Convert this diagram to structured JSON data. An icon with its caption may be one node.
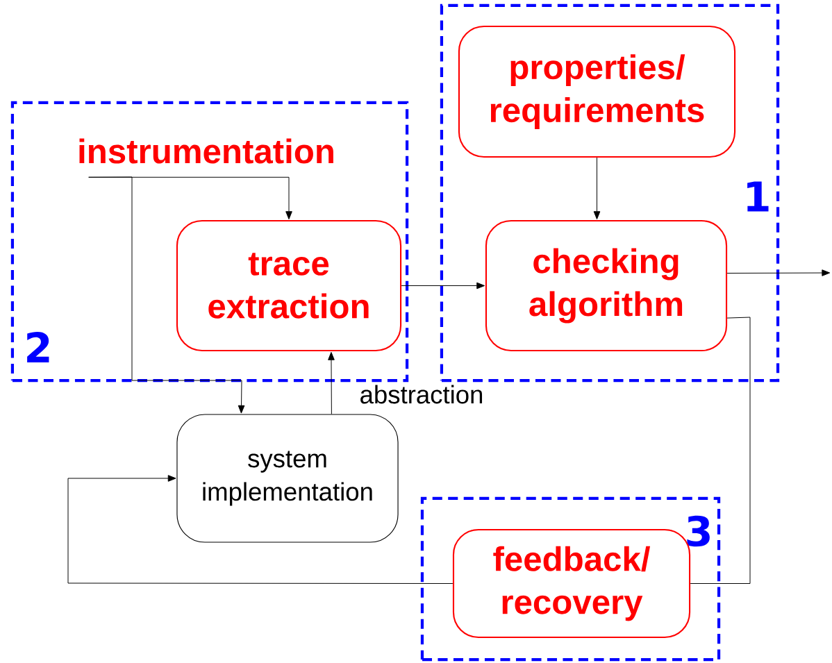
{
  "diagram": {
    "nodes": [
      {
        "text": [
          "2"
        ]
      },
      {
        "text": [
          "instrumentation"
        ],
        "in": 0
      },
      {
        "text": [
          "trace extraction"
        ],
        "in": 0
      },
      {
        "text": [
          "1"
        ]
      },
      {
        "text": [
          "properties/ requirements"
        ],
        "in": 3
      },
      {
        "text": [
          "checking algorithm"
        ],
        "in": 3
      },
      {
        "text": [
          "system implementation"
        ]
      },
      {
        "text": [
          "3"
        ]
      },
      {
        "text": [
          "feedback/ recovery"
        ],
        "in": 7
      }
    ],
    "edges": [
      {
        "from": 1,
        "to": 2,
        "arrow": "to"
      },
      {
        "from": 1,
        "to": 6,
        "arrow": "to"
      },
      {
        "from": 6,
        "to": 2,
        "arrow": "to",
        "label": "abstraction"
      },
      {
        "from": 2,
        "to": 5,
        "arrow": "to"
      },
      {
        "from": 4,
        "to": 5,
        "arrow": "to"
      },
      {
        "from": 5,
        "to": null,
        "arrow": "to"
      },
      {
        "from": 5,
        "to": 8,
        "arrow": "none"
      },
      {
        "from": 8,
        "to": 6,
        "arrow": "to"
      }
    ]
  }
}
